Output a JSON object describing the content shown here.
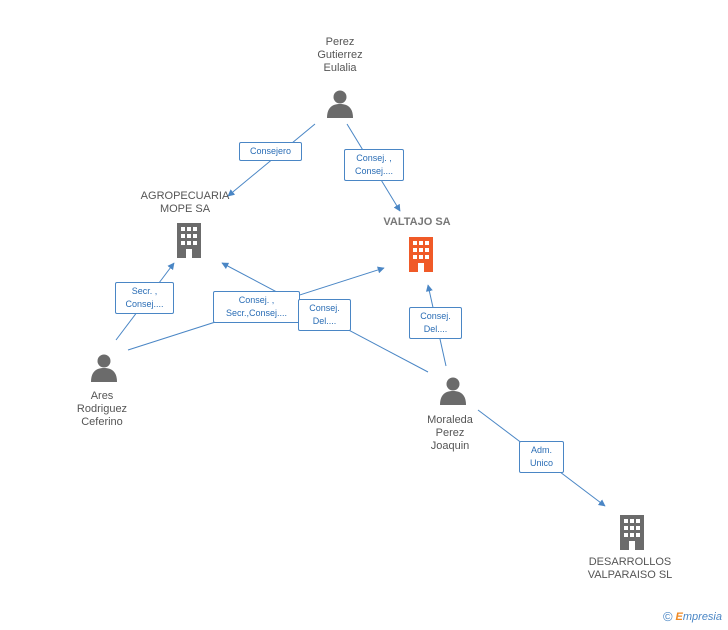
{
  "nodes": {
    "perez": {
      "label": "Perez\nGutierrez\nEulalia",
      "type": "person"
    },
    "agropecuaria": {
      "label": "AGROPECUARIA\nMOPE SA",
      "type": "company"
    },
    "valtajo": {
      "label": "VALTAJO SA",
      "type": "company",
      "highlight": true
    },
    "ares": {
      "label": "Ares\nRodriguez\nCeferino",
      "type": "person"
    },
    "moraleda": {
      "label": "Moraleda\nPerez\nJoaquin",
      "type": "person"
    },
    "desarrollos": {
      "label": "DESARROLLOS\nVALPARAISO SL",
      "type": "company"
    }
  },
  "edges": {
    "perez_agro": "Consejero",
    "perez_valtajo": "Consej. ,\nConsej....",
    "ares_agro": "Secr. ,\nConsej....",
    "ares_valtajo": "Consej. ,\nSecr.,Consej....",
    "moraleda_agro": "Consej.\nDel....",
    "moraleda_valtajo": "Consej.\nDel....",
    "moraleda_desarrollos": "Adm.\nUnico"
  },
  "colors": {
    "person_icon": "#6b6b6b",
    "company_icon": "#6b6b6b",
    "highlight_icon": "#f05a28",
    "edge": "#4a86c5"
  },
  "footer": {
    "copyright": "©",
    "brand_first": "E",
    "brand_rest": "mpresia"
  }
}
